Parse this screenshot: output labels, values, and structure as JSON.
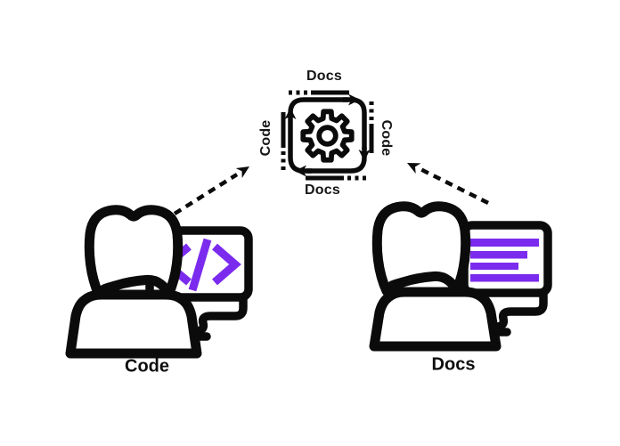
{
  "colors": {
    "ink": "#0b0b0b",
    "accent": "#7b2bee",
    "background": "#ffffff"
  },
  "cycle": {
    "center_icon": "gear-icon",
    "direction": "clockwise",
    "labels": {
      "top": "Docs",
      "right": "Code",
      "bottom": "Docs",
      "left": "Code"
    }
  },
  "actors": {
    "left": {
      "label": "Code",
      "icon": "person-at-computer-icon",
      "screen_icon": "code-brackets-icon"
    },
    "right": {
      "label": "Docs",
      "icon": "person-at-computer-icon",
      "screen_icon": "document-lines-icon"
    }
  },
  "connectors": {
    "left_arrow": {
      "style": "dashed",
      "from": "code-actor",
      "to": "cycle"
    },
    "right_arrow": {
      "style": "dashed",
      "from": "docs-actor",
      "to": "cycle"
    }
  }
}
